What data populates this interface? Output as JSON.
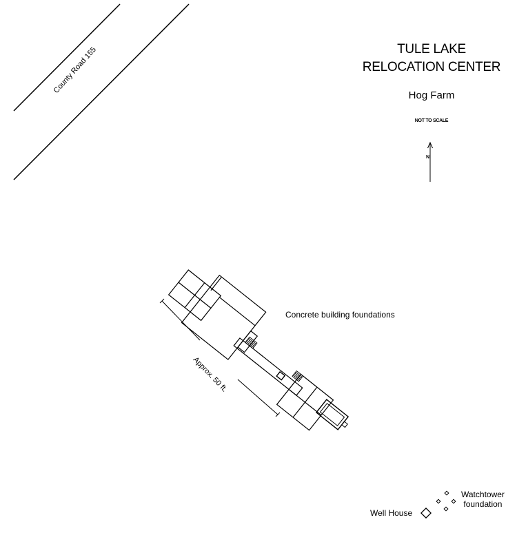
{
  "title_line1": "TULE LAKE",
  "title_line2": "RELOCATION CENTER",
  "subtitle": "Hog Farm",
  "scale_note": "NOT TO SCALE",
  "north_label": "N",
  "road_label": "County Road 155",
  "approx_label": "Approx.   50   ft.",
  "labels": {
    "concrete": "Concrete building foundations",
    "watchtower_line1": "Watchtower",
    "watchtower_line2": "foundation",
    "well_house": "Well House"
  }
}
